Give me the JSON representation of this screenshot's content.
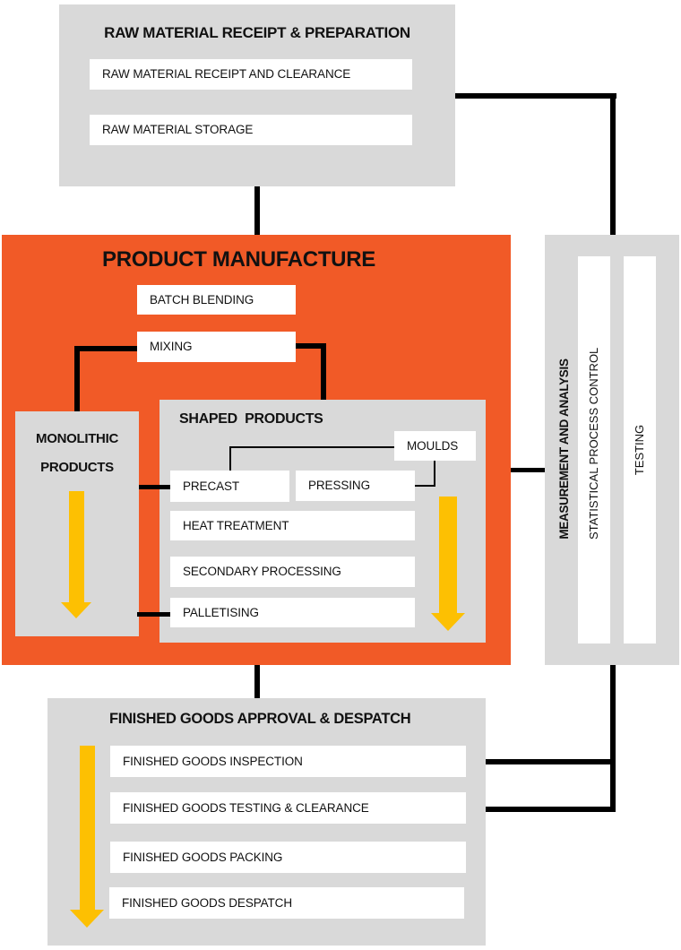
{
  "raw_material": {
    "title": "RAW MATERIAL RECEIPT & PREPARATION",
    "steps": [
      "RAW MATERIAL RECEIPT AND CLEARANCE",
      "RAW MATERIAL STORAGE"
    ]
  },
  "product_manufacture": {
    "title": "PRODUCT MANUFACTURE",
    "batch_blending": "BATCH BLENDING",
    "mixing": "MIXING",
    "monolithic": {
      "title_line1": "MONOLITHIC",
      "title_line2": "PRODUCTS"
    },
    "shaped": {
      "title": "SHAPED  PRODUCTS",
      "moulds": "MOULDS",
      "precast": "PRECAST",
      "pressing": "PRESSING",
      "steps": [
        "HEAT TREATMENT",
        "SECONDARY PROCESSING",
        "PALLETISING"
      ]
    }
  },
  "measurement": {
    "title": "MEASUREMENT AND ANALYSIS",
    "columns": [
      "STATISTICAL PROCESS CONTROL",
      "TESTING"
    ]
  },
  "finished_goods": {
    "title": "FINISHED GOODS APPROVAL & DESPATCH",
    "steps": [
      "FINISHED GOODS INSPECTION",
      "FINISHED GOODS TESTING & CLEARANCE",
      "FINISHED GOODS PACKING",
      "FINISHED GOODS DESPATCH"
    ]
  },
  "colors": {
    "manufacture_bg": "#f15a27",
    "section_bg": "#d9d9d9",
    "flow_arrow": "#fdc002",
    "connector": "#000000"
  }
}
